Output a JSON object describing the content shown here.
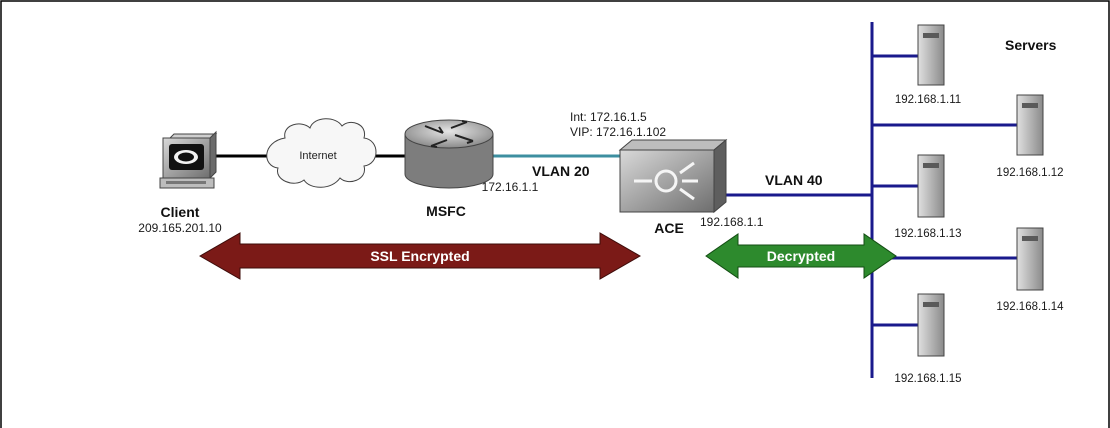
{
  "diagram": {
    "servers_heading": "Servers",
    "client": {
      "label": "Client",
      "ip": "209.165.201.10",
      "icon": "computer-icon"
    },
    "internet": {
      "label": "Internet",
      "icon": "cloud-icon"
    },
    "msfc": {
      "label": "MSFC",
      "ip": "172.16.1.1",
      "icon": "router-icon"
    },
    "ace": {
      "label": "ACE",
      "int_label": "Int: 172.16.1.5",
      "vip_label": "VIP: 172.16.1.102",
      "ip": "192.168.1.1",
      "icon": "ace-module-icon"
    },
    "vlan20": "VLAN 20",
    "vlan40": "VLAN 40",
    "ssl_arrow": {
      "label": "SSL Encrypted",
      "color": "#7b1a17"
    },
    "decrypted_arrow": {
      "label": "Decrypted",
      "color": "#2d8a2d"
    },
    "servers": [
      {
        "ip": "192.168.1.11",
        "icon": "server-icon"
      },
      {
        "ip": "192.168.1.12",
        "icon": "server-icon"
      },
      {
        "ip": "192.168.1.13",
        "icon": "server-icon"
      },
      {
        "ip": "192.168.1.14",
        "icon": "server-icon"
      },
      {
        "ip": "192.168.1.15",
        "icon": "server-icon"
      }
    ],
    "colors": {
      "frame": "#000000",
      "lan_bus": "#1a1a8c",
      "vlan20_link": "#3d8fa0",
      "device_gray": "#8c8c8c"
    }
  }
}
